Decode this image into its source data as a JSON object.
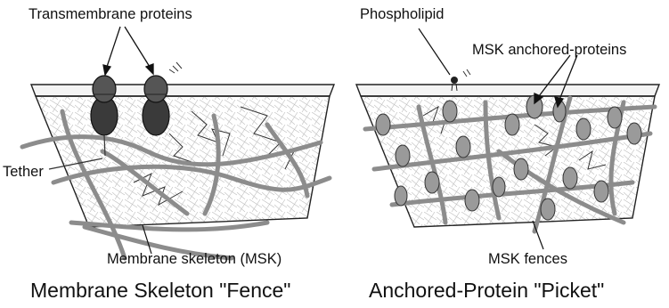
{
  "left_panel": {
    "label_top": "Transmembrane proteins",
    "label_tether": "Tether",
    "label_bottom": "Membrane skeleton (MSK)",
    "title": "Membrane Skeleton \"Fence\""
  },
  "right_panel": {
    "label_phospholipid": "Phospholipid",
    "label_anchored": "MSK anchored-proteins",
    "label_bottom": "MSK fences",
    "title": "Anchored-Protein \"Picket\""
  },
  "colors": {
    "fiber": "#8c8c8c",
    "protein": "#3a3a3a",
    "anchored": "#9a9a9a",
    "outline": "#222222"
  }
}
